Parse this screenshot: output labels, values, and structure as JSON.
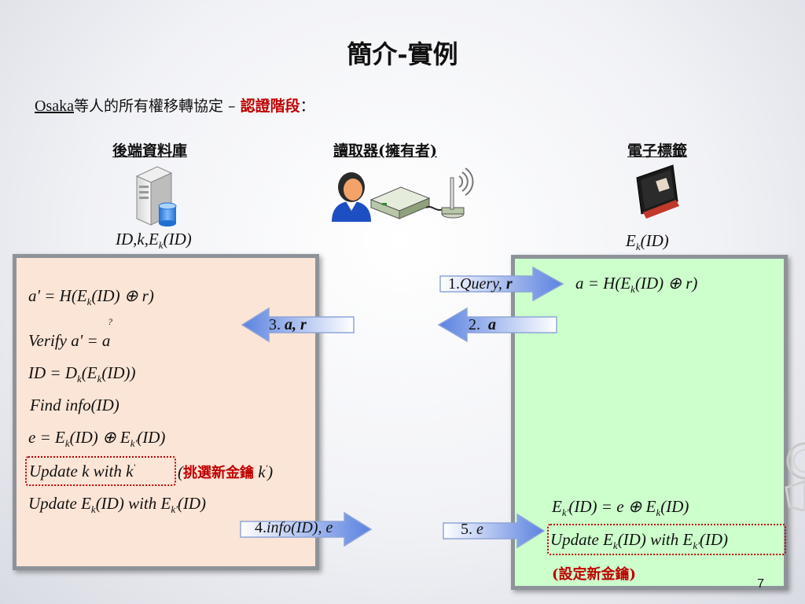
{
  "title": "簡介-實例",
  "intro": {
    "lead": "Osaka",
    "text": "等人的所有權移轉協定 – ",
    "highlight": "認證階段",
    "colon": "："
  },
  "parties": {
    "backend": "後端資料庫",
    "reader": "讀取器(擁有者)",
    "tag": "電子標籤"
  },
  "backend_store": "ID,k,E",
  "backend_store_sub": "k",
  "backend_store_tail": "(ID)",
  "tag_store": "E",
  "tag_store_sub": "k",
  "tag_store_tail": "(ID)",
  "left_steps": {
    "s1": "a' = H(E",
    "s1_sub": "k",
    "s1_tail": "(ID) ⊕ r)",
    "s2_q": "?",
    "s2": "Verify a' = a",
    "s3": "ID = D",
    "s3_sub1": "k",
    "s3_mid": "(E",
    "s3_sub2": "k",
    "s3_tail": "(ID))",
    "s4": "Find  info(ID)",
    "s5": "e = E",
    "s5_sub1": "k",
    "s5_mid": "(ID) ⊕ E",
    "s5_sub2": "k'",
    "s5_tail": "(ID)",
    "s6": "Update k with k",
    "s6_sup": "'",
    "s6_note_open": "(",
    "s6_note": "挑選新金鑰",
    "s6_k": " k",
    "s6_k_sup": "'",
    "s6_note_close": ")",
    "s7": "Update E",
    "s7_sub1": "k",
    "s7_mid": "(ID) with  E",
    "s7_sub2": "k'",
    "s7_tail": "(ID)"
  },
  "right_steps": {
    "r1": "a = H(E",
    "r1_sub": "k",
    "r1_tail": "(ID) ⊕ r)",
    "r2": "E",
    "r2_sub1": "k'",
    "r2_mid": "(ID) = e ⊕ E",
    "r2_sub2": "k",
    "r2_tail": "(ID)",
    "r3": "Update E",
    "r3_sub1": "k",
    "r3_mid": "(ID) with  E",
    "r3_sub2": "k'",
    "r3_tail": "(ID)",
    "r4": "(設定新金鑰)"
  },
  "arrows": {
    "a1_num": "1.",
    "a1_text": "Query, ",
    "a1_bold": "r",
    "a2_num": "2.",
    "a2_bold": "a",
    "a3_num": "3.",
    "a3_bold": "a, r",
    "a4_num": "4.",
    "a4_text": "info(ID),  e",
    "a5_num": "5.",
    "a5_text": "e"
  },
  "page_number": "7",
  "colors": {
    "left_panel": "#fbe5d6",
    "right_panel": "#ccffcc",
    "panel_border": "#8d9399",
    "highlight_red": "#c00000",
    "arrow_blue": "#6f8fe6"
  },
  "icons": [
    "server-database-icon",
    "person-icon",
    "reader-device-icon",
    "antenna-icon",
    "rfid-tag-icon"
  ]
}
